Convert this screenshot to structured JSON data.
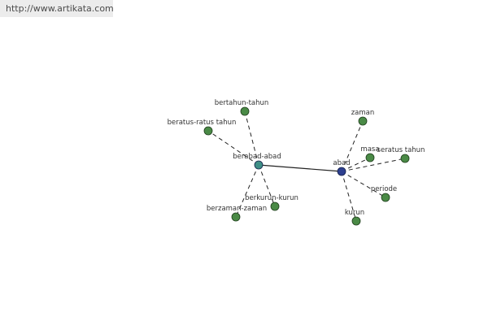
{
  "source_url": "http://www.artikata.com",
  "colors": {
    "background": "#ffffff",
    "url_bar": "#ececec",
    "leaf_node": "#4a8a46",
    "hub_abad": "#2d3f8f",
    "hub_berabad": "#3f8f86",
    "edge": "#222222"
  },
  "graph": {
    "hubs": [
      {
        "id": "abad",
        "label": "abad"
      },
      {
        "id": "berabad",
        "label": "berabad-abad"
      }
    ],
    "leaves": [
      {
        "id": "zaman",
        "label": "zaman",
        "parent": "abad"
      },
      {
        "id": "masa",
        "label": "masa",
        "parent": "abad"
      },
      {
        "id": "seratus",
        "label": "seratus tahun",
        "parent": "abad"
      },
      {
        "id": "periode",
        "label": "periode",
        "parent": "abad"
      },
      {
        "id": "kurun",
        "label": "kurun",
        "parent": "abad"
      },
      {
        "id": "bertahun",
        "label": "bertahun-tahun",
        "parent": "berabad"
      },
      {
        "id": "beratus",
        "label": "beratus-ratus tahun",
        "parent": "berabad"
      },
      {
        "id": "berkurun",
        "label": "berkurun-kurun",
        "parent": "berabad"
      },
      {
        "id": "berzaman",
        "label": "berzaman-zaman",
        "parent": "berabad"
      }
    ],
    "hub_link": [
      "berabad",
      "abad"
    ]
  }
}
